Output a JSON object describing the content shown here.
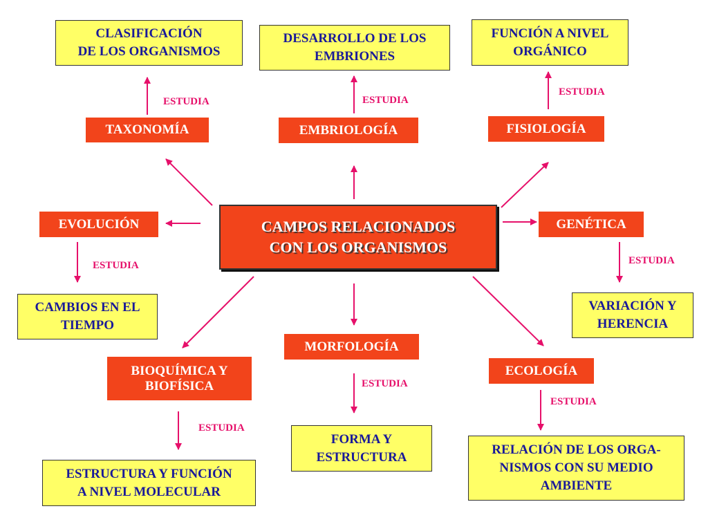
{
  "colors": {
    "field_box": "#f2441b",
    "topic_box": "#ffff66",
    "topic_text": "#1a1a99",
    "arrow": "#e6106a"
  },
  "center": "CAMPOS RELACIONADOS\nCON LOS ORGANISMOS",
  "edge_label": "ESTUDIA",
  "branches": [
    {
      "id": "taxonomia",
      "field": "TAXONOMÍA",
      "topic": "CLASIFICACIÓN\nDE LOS ORGANISMOS"
    },
    {
      "id": "embriologia",
      "field": "EMBRIOLOGÍA",
      "topic": "DESARROLLO DE LOS\nEMBRIONES"
    },
    {
      "id": "fisiologia",
      "field": "FISIOLOGÍA",
      "topic": "FUNCIÓN A NIVEL\nORGÁNICO"
    },
    {
      "id": "evolucion",
      "field": "EVOLUCIÓN",
      "topic": "CAMBIOS EN EL\nTIEMPO"
    },
    {
      "id": "genetica",
      "field": "GENÉTICA",
      "topic": "VARIACIÓN Y\nHERENCIA"
    },
    {
      "id": "bioquimica",
      "field": "BIOQUÍMICA Y\nBIOFÍSICA",
      "topic": "ESTRUCTURA Y FUNCIÓN\nA NIVEL MOLECULAR"
    },
    {
      "id": "morfologia",
      "field": "MORFOLOGÍA",
      "topic": "FORMA Y\nESTRUCTURA"
    },
    {
      "id": "ecologia",
      "field": "ECOLOGÍA",
      "topic": "RELACIÓN DE LOS ORGA-\nNISMOS CON SU MEDIO\nAMBIENTE"
    }
  ]
}
